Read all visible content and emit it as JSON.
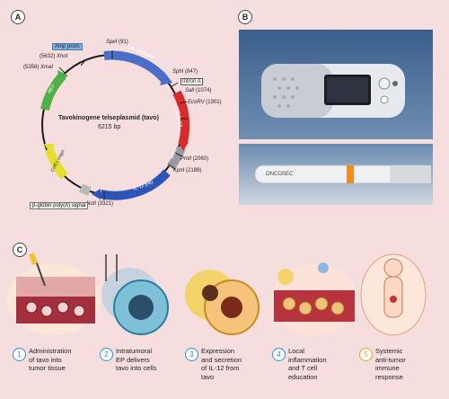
{
  "panels": {
    "a": "A",
    "b": "B",
    "c": "C"
  },
  "plasmid": {
    "name": "Tavokinogene telseplasmid (tavo)",
    "size": "6215 bp",
    "segments": {
      "cmv": "CMV promoter",
      "p35": "p35 IL-12",
      "ires": "IRES",
      "p40": "IL-12 p40",
      "neo": "NEO",
      "ori": "ColE1 origin",
      "amp_prom": "Amp prom"
    },
    "sites": {
      "spei": "SpeI",
      "spei_n": "(91)",
      "sphi": "SphI",
      "sphi_n": "(847)",
      "intron": "Intron A",
      "sali": "SalI",
      "sali_n": "(1074)",
      "ecorv": "EcoRV",
      "ecorv_n": "(1301)",
      "pmli": "PmlI",
      "pmli_n": "(2060)",
      "kpni": "KpnI",
      "kpni_n": "(2189)",
      "noti": "NotI",
      "noti_n": "(3321)",
      "xhoi": "XhoI",
      "xhoi_n": "(5632)",
      "xmai": "XmaI",
      "xmai_n": "(5358)",
      "polya": "β-globin poly(A) signal"
    }
  },
  "device": {
    "brand": "ONCOSEC"
  },
  "steps": [
    {
      "num": "1",
      "text": "Administration\nof tavo into\ntumor tissue",
      "color": "#2d8fd6"
    },
    {
      "num": "2",
      "text": "Intratumoral\nEP delivers\ntavo into cells",
      "color": "#2d8fd6"
    },
    {
      "num": "3",
      "text": "Expression\nand secretion\nof IL-12 from\ntavo",
      "color": "#2d8fd6"
    },
    {
      "num": "4",
      "text": "Local\ninflammation\nand T cell\neducation",
      "color": "#2d8fd6"
    },
    {
      "num": "5",
      "text": "Systemic\nanti-tumor\nimmune\nresponse",
      "color": "#e8a02a"
    }
  ]
}
